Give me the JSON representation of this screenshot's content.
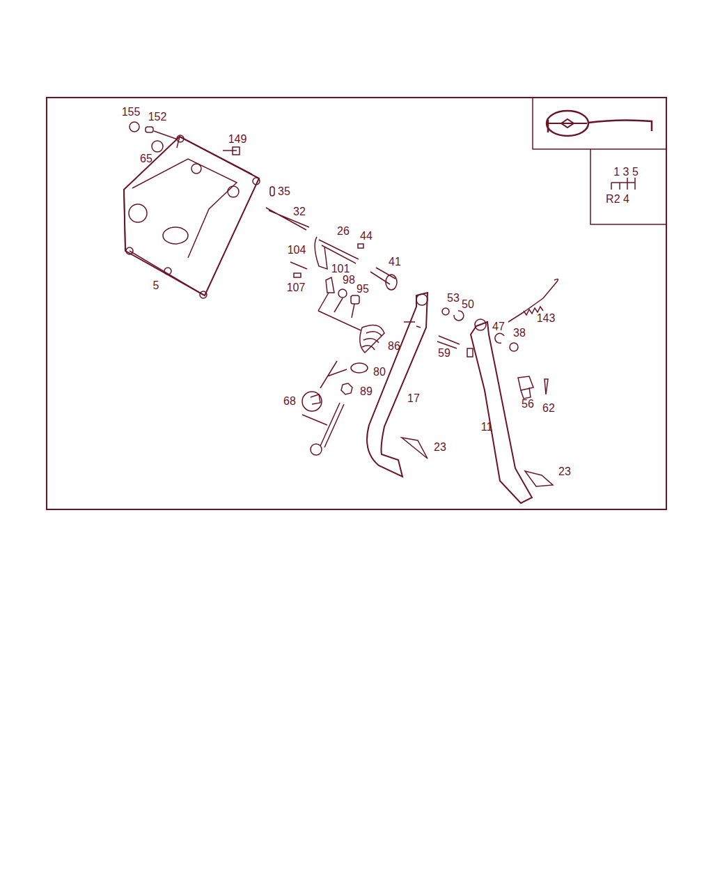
{
  "diagram": {
    "labels": [
      "155",
      "152",
      "65",
      "149",
      "35",
      "32",
      "26",
      "44",
      "104",
      "101",
      "107",
      "98",
      "95",
      "41",
      "5",
      "86",
      "80",
      "89",
      "68",
      "17",
      "23",
      "53",
      "50",
      "47",
      "38",
      "143",
      "59",
      "56",
      "62",
      "11",
      "23",
      "1 3 5",
      "R2 4"
    ]
  }
}
